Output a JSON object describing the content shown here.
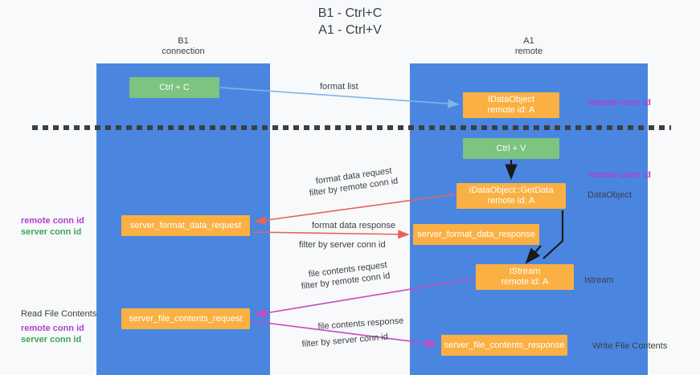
{
  "title": {
    "line1": "B1 - Ctrl+C",
    "line2": "A1 - Ctrl+V"
  },
  "lanes": [
    {
      "id": "b1",
      "name": "B1",
      "sub": "connection"
    },
    {
      "id": "a1",
      "name": "A1",
      "sub": "remote"
    }
  ],
  "nodes": {
    "ctrl_c": {
      "line1": "Ctrl + C",
      "line2": "",
      "color": "#7cc47f"
    },
    "idataobject": {
      "line1": "IDataObject",
      "line2": "remote id: A",
      "color": "#fbb043"
    },
    "ctrl_v": {
      "line1": "Ctrl + V",
      "line2": "",
      "color": "#7cc47f"
    },
    "getdata": {
      "line1": "IDataObject::GetData",
      "line2": "remote id: A",
      "color": "#fbb043"
    },
    "sfd_request": {
      "line1": "server_format_data_request",
      "line2": "",
      "color": "#fbb043"
    },
    "sfd_response": {
      "line1": "server_format_data_response",
      "line2": "",
      "color": "#fbb043"
    },
    "istream": {
      "line1": "IStream",
      "line2": "remote id: A",
      "color": "#fbb043"
    },
    "sfc_request": {
      "line1": "server_file_contents_request",
      "line2": "",
      "color": "#fbb043"
    },
    "sfc_response": {
      "line1": "server_file_contents_response",
      "line2": "",
      "color": "#fbb043"
    }
  },
  "annotations": {
    "format_list": "format list",
    "remote_conn_id_1": "remote conn id",
    "remote_conn_id_2": "remote conn id",
    "dataobject": "DataObject",
    "istream": "Istream",
    "write_file_contents": "Write File Contents",
    "read_file_contents": "Read File Contents",
    "left_block1_remote": "remote conn id",
    "left_block1_server": "server conn id",
    "left_block2_remote": "remote conn id",
    "left_block2_server": "server conn id",
    "format_data_request": "format data request",
    "format_data_request_filter_prefix": "filter by ",
    "format_data_request_filter_key": "remote conn id",
    "format_data_response": "format data response",
    "format_data_response_filter_prefix": "filter by ",
    "format_data_response_filter_key": "server conn id",
    "file_contents_request": "file contents request",
    "file_contents_request_filter_prefix": "filter by ",
    "file_contents_request_filter_key": "remote conn id",
    "file_contents_response": "file contents response",
    "file_contents_response_filter_prefix": "filter by ",
    "file_contents_response_filter_key": "server conn id"
  },
  "colors": {
    "lane": "#4a86e0",
    "green_node": "#7cc47f",
    "orange_node": "#fbb043",
    "purple_text": "#b23fd0",
    "green_text": "#3aa757",
    "arrow_blue": "#7eb6e8",
    "arrow_red": "#e8635a",
    "arrow_magenta": "#c44ac4",
    "arrow_black": "#1a1a1a",
    "background": "#f8f9fa"
  }
}
